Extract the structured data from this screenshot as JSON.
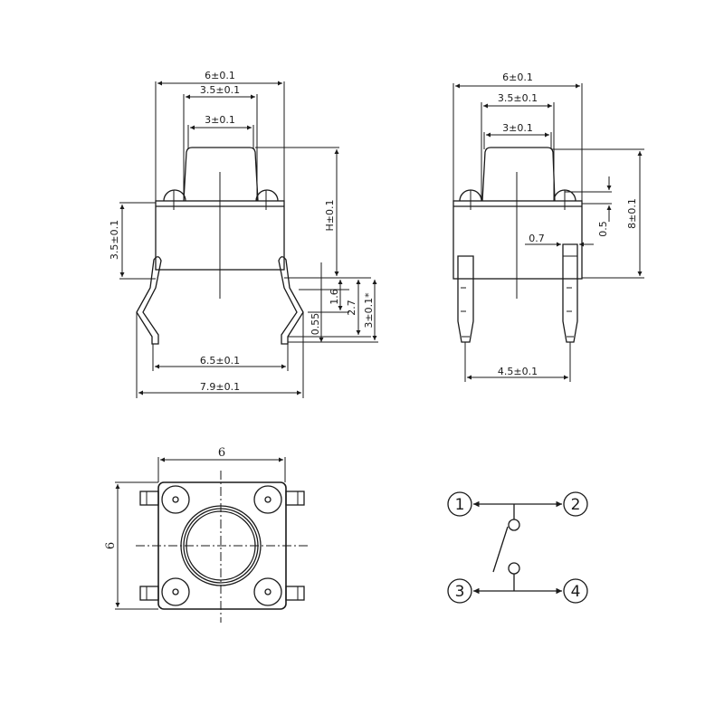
{
  "front_view": {
    "dims": {
      "overall_width": "6±0.1",
      "stem_base_width": "3.5±0.1",
      "stem_top_width": "3±0.1",
      "body_height": "3.5±0.1",
      "height_h": "H±0.1",
      "pin_dim_1": "1.6",
      "pin_dim_2": "2.7",
      "pin_dim_3": "3±0.1*",
      "pin_dim_4": "0.55",
      "pin_inner_span": "6.5±0.1",
      "pin_outer_span": "7.9±0.1"
    }
  },
  "side_view": {
    "dims": {
      "overall_width": "6±0.1",
      "stem_base_width": "3.5±0.1",
      "stem_top_width": "3±0.1",
      "tab_height": "0.5",
      "total_height": "8±0.1",
      "pin_width": "0.7",
      "pin_span": "4.5±0.1"
    }
  },
  "top_view": {
    "dims": {
      "width": "6",
      "height": "6"
    }
  },
  "schematic": {
    "pins": [
      "1",
      "2",
      "3",
      "4"
    ]
  }
}
